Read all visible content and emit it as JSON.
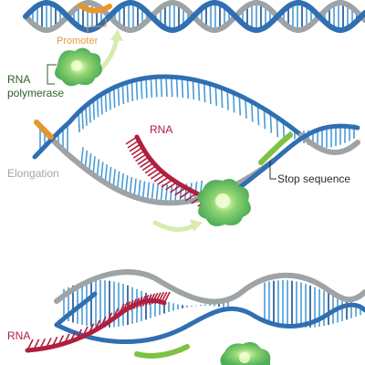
{
  "labels": {
    "promoter": "Promoter",
    "rna_polymerase_line1": "RNA",
    "rna_polymerase_line2": "polymerase",
    "rna_mid": "RNA",
    "elongation": "Elongation",
    "stop_sequence": "Stop sequence",
    "rna_bottom": "RNA"
  },
  "colors": {
    "strand_gray": "#9ea3a6",
    "strand_blue": "#2f6fb2",
    "rung_blue": "#4a9bd6",
    "rung_dark": "#1d4f8a",
    "rna_red": "#b21e3e",
    "promoter_orange": "#e8962a",
    "polymerase_green": "#6cc46a",
    "stop_green": "#7cc243",
    "arrow_green": "#d7ecae",
    "label_orange": "#e59b3c",
    "label_green": "#2f5f2a",
    "label_red": "#b21e3e",
    "label_gray": "#a6a6a6",
    "label_dark": "#2d2d2d"
  },
  "icons": [
    "rna-polymerase-blob",
    "direction-arrow"
  ]
}
